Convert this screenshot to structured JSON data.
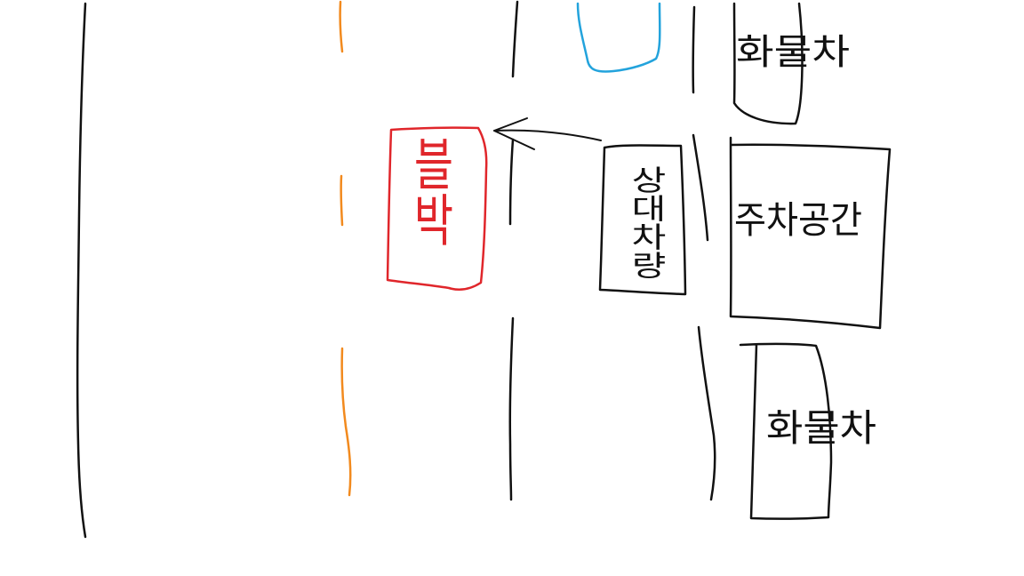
{
  "colors": {
    "ink": "#111111",
    "red": "#e0262b",
    "orange": "#f28a1e",
    "blue": "#23a3dc",
    "background": "#ffffff"
  },
  "labels": {
    "truck_top": "화물차",
    "oncoming_car": "상대차량",
    "parking_area": "주차공간",
    "truck_bottom": "화물차",
    "red_box": "블박"
  }
}
